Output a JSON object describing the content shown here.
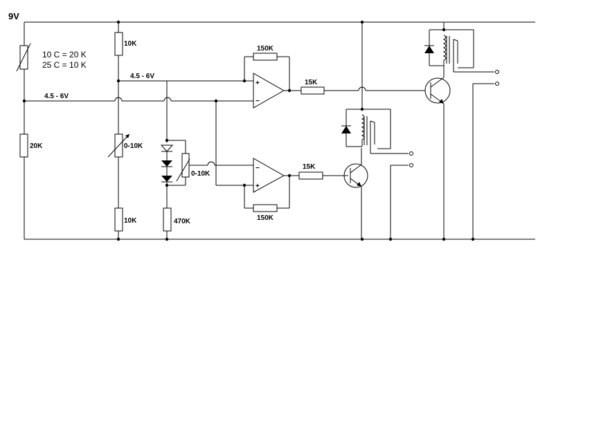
{
  "supply_label": "9V",
  "thermistor_note": {
    "line1": "10 C = 20 K",
    "line2": "25 C = 10 K"
  },
  "net_labels": {
    "upper": "4.5 - 6V",
    "left": "4.5 - 6V"
  },
  "resistors": {
    "r_top_left": "10K",
    "r_20k": "20K",
    "r_pot_mid": "0-10K",
    "r_bot_mid": "10K",
    "r_feedback_top": "150K",
    "r_feedback_bottom": "150K",
    "r_base_top": "15K",
    "r_base_bottom": "15K",
    "r_pot_diodes": "0-10K",
    "r_470k": "470K"
  },
  "opamp_signs": {
    "plus": "+",
    "minus": "−"
  }
}
